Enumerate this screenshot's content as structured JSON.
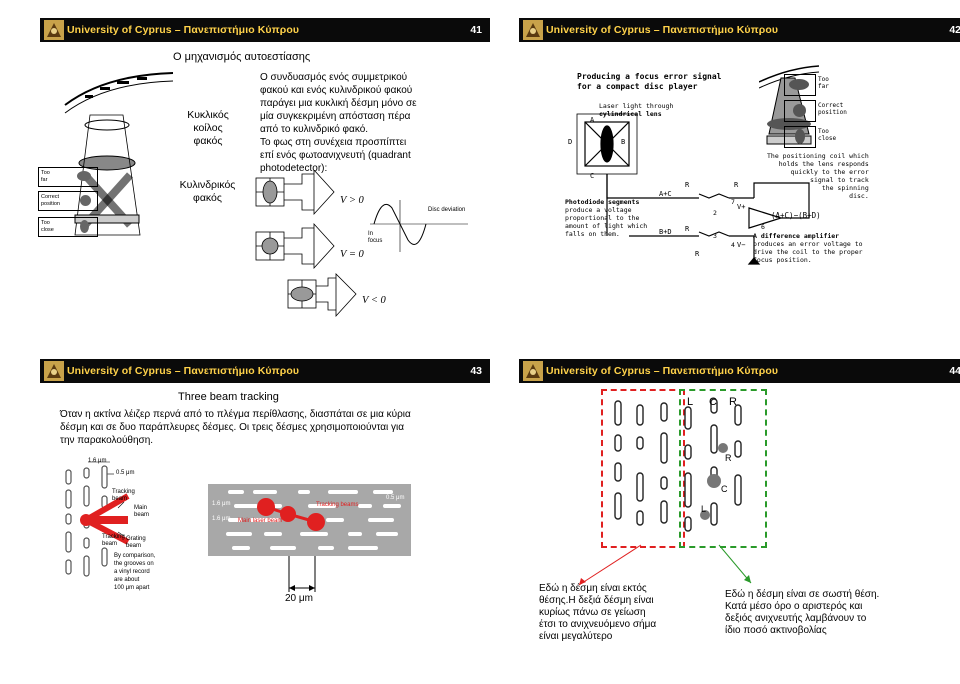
{
  "header_text": "University of Cyprus – Πανεπιστήμιο Κύπρου",
  "slides": [
    {
      "number": "41",
      "title": "Ο μηχανισμός αυτοεστίασης",
      "label_left1": [
        "Κυκλικός",
        "κοίλος",
        "φακός"
      ],
      "label_left2": [
        "Κυλινδρικός",
        "φακός"
      ],
      "body": [
        "Ο συνδυασμός ενός συμμετρικού",
        "φακού και ενός κυλινδρικού φακού",
        "παράγει μια κυκλική δέσμη μόνο σε",
        "μία συγκεκριμένη απόσταση πέρα",
        "από το κυλινδρικό φακό.",
        "Το φως στη συνέχεια προσπίπτει",
        "επί ενός φωτοανιχνευτή (quadrant",
        "photodetector):"
      ],
      "tags": [
        "Too",
        "far",
        "Correct",
        "position",
        "Too",
        "close"
      ],
      "v_labels": [
        "V > 0",
        "V = 0",
        "V < 0"
      ],
      "curve_labels": {
        "disc": "Disc deviation",
        "in": "In",
        "focus": "focus"
      }
    },
    {
      "number": "42",
      "title": [
        "Producing a focus error signal",
        "for a compact disc player"
      ],
      "laser": [
        "Laser light through",
        "cylindrical lens"
      ],
      "photodiode": [
        "Photodiode segments",
        "produce a voltage",
        "proportional to the",
        "amount of light which",
        "falls on them."
      ],
      "amp": [
        "A difference amplifier",
        "produces an error voltage to",
        "drive the coil to the proper",
        "focus position."
      ],
      "coil": [
        "The positioning coil which",
        "holds the lens responds",
        "quickly to the error",
        "signal to track",
        "the spinning",
        "disc."
      ],
      "side": [
        "Too",
        "far",
        "Correct",
        "position",
        "Too",
        "close"
      ],
      "circuit": {
        "A": "A",
        "B": "B",
        "C": "C",
        "D": "D",
        "apc": "A+C",
        "bpd": "B+D",
        "R": "R",
        "formula": "(A+C)−(B+D)",
        "vp": "V+",
        "vm": "V−",
        "pins": [
          "2",
          "3",
          "4",
          "6",
          "7"
        ]
      }
    },
    {
      "number": "43",
      "title": "Three beam tracking",
      "body": [
        "Όταν η ακτίνα λέιζερ περνά από το πλέγμα περίθλασης, διασπάται σε μια κύρια",
        "δέσμη και σε δυο παράπλευρες δέσμες. Οι τρεις δέσμες χρησιμοποιούνται για",
        "την παρακολούθηση."
      ],
      "fig1": {
        "top": "1.6 μm",
        "pit": "0.5 μm",
        "tracking1": [
          "Tracking",
          "beam"
        ],
        "main": [
          "Main",
          "beam"
        ],
        "tracking2": [
          "Tracking",
          "beam"
        ],
        "grating": [
          "Grating",
          "beam"
        ],
        "compare": [
          "By comparison,",
          "the grooves on",
          "a vinyl record",
          "are about",
          "100 μm apart"
        ]
      },
      "fig2": {
        "track": "Tracking beams",
        "mainlaser": "Main laser beam",
        "a": "1.6 μm",
        "b": "1.6 μm",
        "c": "0.5 μm"
      },
      "dim": "20 μm"
    },
    {
      "number": "44",
      "labels": [
        "L",
        "C",
        "R"
      ],
      "caption_left": [
        "Εδώ η δέσμη είναι εκτός",
        "θέσης.Η δεξιά δέσμη είναι",
        "κυρίως πάνω σε γείωση",
        "έτσι το ανιχνευόμενο σήμα",
        "είναι μεγαλύτερο"
      ],
      "caption_right": [
        "Εδώ η δέσμη είναι σε σωστή θέση.",
        "Κατά μέσο όρο ο αριστερός και",
        "δεξιός ανιχνευτής λαμβάνουν το",
        "ίδιο ποσό ακτινοβολίας"
      ],
      "colors": {
        "red": "#e02020",
        "green": "#2a9a2a",
        "gold": "#ffd24a"
      }
    }
  ]
}
